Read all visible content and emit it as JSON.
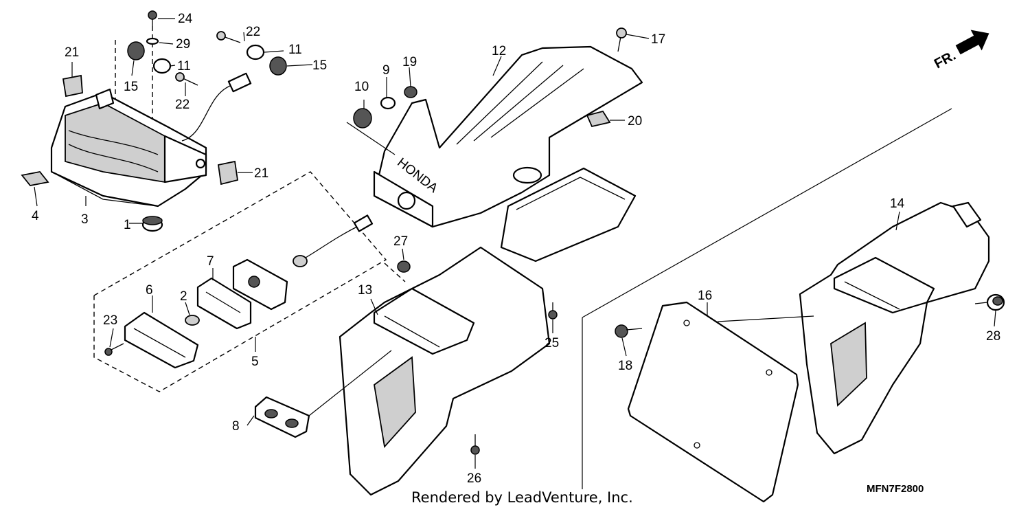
{
  "diagram": {
    "callouts": [
      "1",
      "2",
      "3",
      "4",
      "5",
      "6",
      "7",
      "8",
      "9",
      "10",
      "11",
      "11",
      "12",
      "13",
      "14",
      "15",
      "15",
      "16",
      "17",
      "18",
      "19",
      "20",
      "21",
      "21",
      "22",
      "22",
      "23",
      "24",
      "25",
      "26",
      "27",
      "28",
      "29"
    ],
    "brand_text": "HONDA",
    "direction_label": "FR.",
    "diagram_code": "MFN7F2800",
    "rendered_by": "Rendered by LeadVenture, Inc."
  }
}
